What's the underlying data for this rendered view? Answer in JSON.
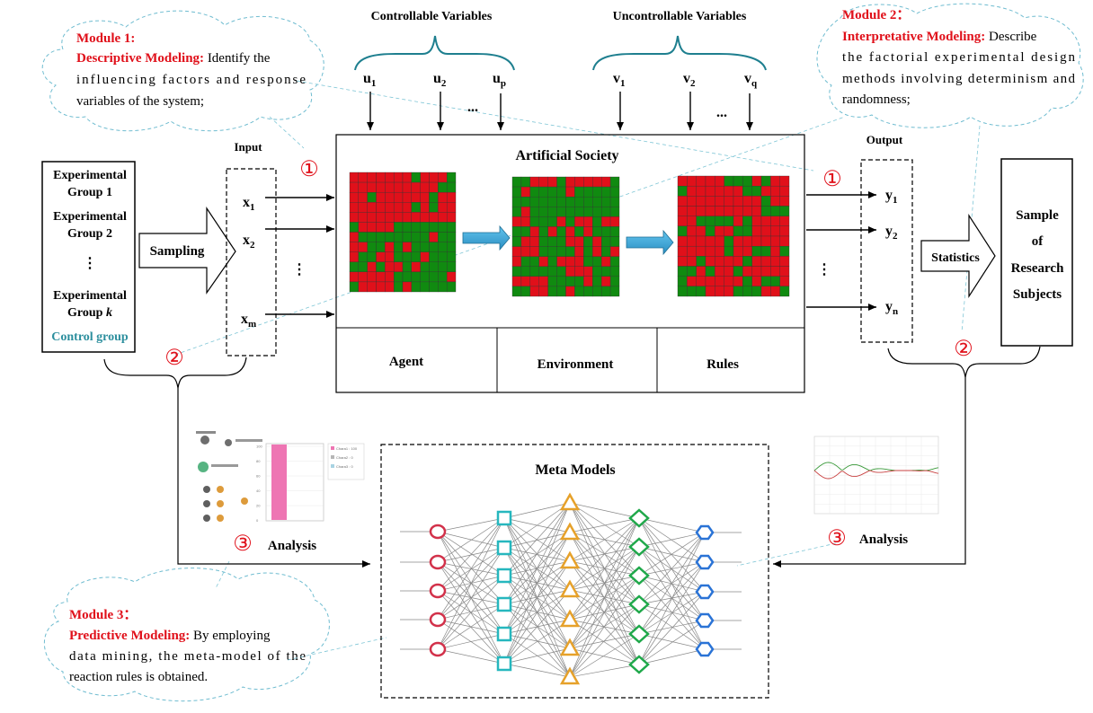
{
  "modules": {
    "m1": {
      "title": "Module 1:",
      "name": "Descriptive Modeling:",
      "desc_line1": "Identify the",
      "desc_line2": "influencing factors and response",
      "desc_line3": "variables of the system;"
    },
    "m2": {
      "title": "Module 2：",
      "name": "Interpretative Modeling:",
      "desc_line1": "Describe",
      "desc_line2": "the factorial experimental design",
      "desc_line3": "methods involving determinism and",
      "desc_line4": "randomness;"
    },
    "m3": {
      "title": "Module 3：",
      "name": "Predictive Modeling:",
      "desc_line1": "By employing",
      "desc_line2": "data mining, the meta-model of the",
      "desc_line3": "reaction rules is obtained."
    }
  },
  "variables": {
    "controllable_title": "Controllable Variables",
    "uncontrollable_title": "Uncontrollable Variables",
    "u": [
      "u",
      "u",
      "u"
    ],
    "u_sub": [
      "1",
      "2",
      "p"
    ],
    "v": [
      "v",
      "v",
      "v"
    ],
    "v_sub": [
      "1",
      "2",
      "q"
    ],
    "ellipsis": "..."
  },
  "groups": {
    "items": [
      "Experimental",
      "Group 1",
      "Experimental",
      "Group 2",
      "Experimental",
      "Group"
    ],
    "k": "k",
    "control": "Control group",
    "vdots": "⋮"
  },
  "sampling": "Sampling",
  "input": {
    "label": "Input",
    "x": [
      "x",
      "x",
      "x"
    ],
    "x_sub": [
      "1",
      "2",
      "m"
    ],
    "dots": "⋮"
  },
  "society": {
    "title": "Artificial Society",
    "parts": [
      "Agent",
      "Environment",
      "Rules"
    ]
  },
  "output": {
    "label": "Output",
    "y": [
      "y",
      "y",
      "y"
    ],
    "y_sub": [
      "1",
      "2",
      "n"
    ],
    "dots": "⋮"
  },
  "statistics": "Statistics",
  "sample": [
    "Sample",
    "of",
    "Research",
    "Subjects"
  ],
  "markers": {
    "one": "①",
    "two": "②",
    "three": "③"
  },
  "meta_models": "Meta Models",
  "analysis": "Analysis",
  "mini_chart": {
    "legend": [
      "Chara1 : 100",
      "Chara2 : 0",
      "Chara3 : 0"
    ],
    "y_ticks": [
      "100",
      "80",
      "60",
      "40",
      "20",
      "0"
    ]
  },
  "colors": {
    "red": "#e0101a",
    "green": "#108a10",
    "module_red": "#e0101a",
    "control_teal": "#2d8f9e",
    "circle": "#d2314a",
    "square": "#26b7be",
    "triangle": "#e6a12a",
    "diamond": "#1fa84a",
    "hexagon": "#2a73d6"
  }
}
